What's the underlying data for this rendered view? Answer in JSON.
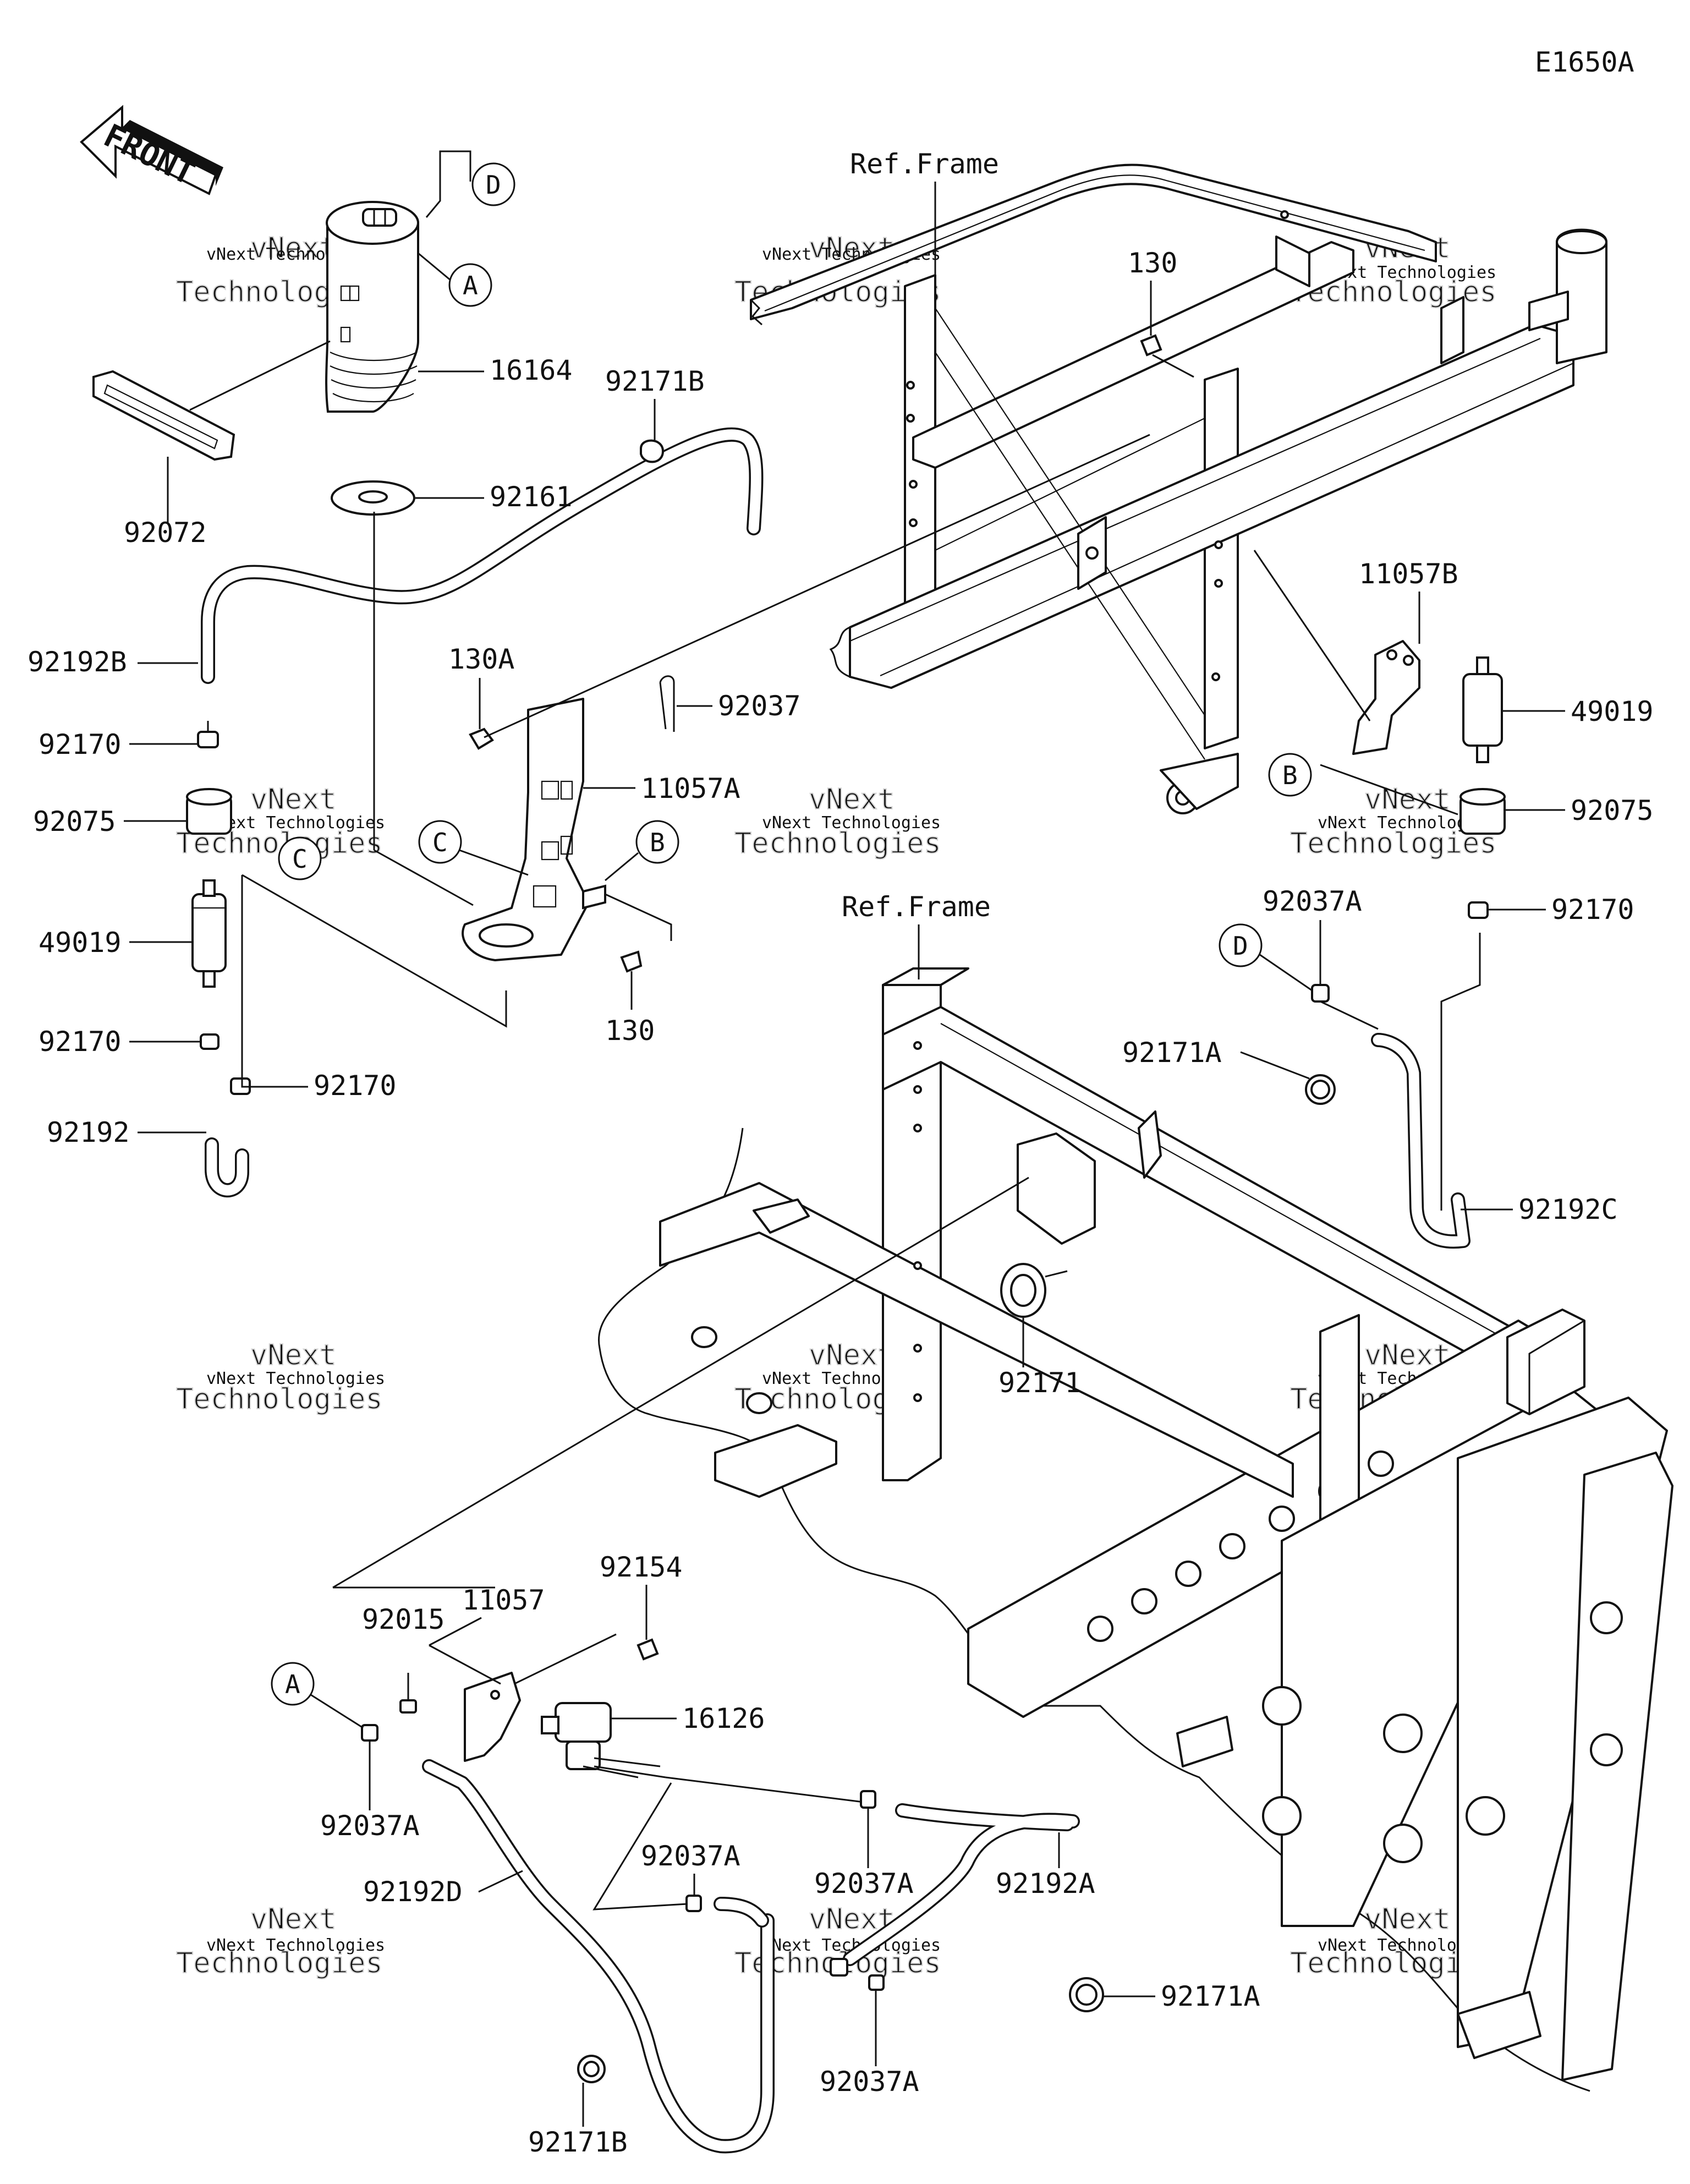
{
  "diagram_code": "E1650A",
  "direction_label": "FRONT",
  "frame_reference_label": "Ref.Frame",
  "watermark": {
    "small": "vNext Technologies",
    "large_line1": "vNext",
    "large_line2": "Technologies"
  },
  "parts": {
    "canister": "16164",
    "canister_band": "92072",
    "canister_seat": "92161",
    "hose_b": "92192B",
    "clip_92170": "92170",
    "clamp_92075": "92075",
    "filter_49019": "49019",
    "hose_92192": "92192",
    "clamp_92171b": "92171B",
    "bolt_130a": "130A",
    "bolt_130": "130",
    "clamp_92037": "92037",
    "bracket_11057a": "11057A",
    "bracket_11057b": "11057B",
    "clip_92037a": "92037A",
    "clamp_92171a": "92171A",
    "hose_c": "92192C",
    "clamp_92171": "92171",
    "bolt_92015": "92015",
    "bracket_11057": "11057",
    "bolt_92154": "92154",
    "valve_16126": "16126",
    "hose_d": "92192D",
    "hose_a": "92192A"
  },
  "callouts": {
    "a": "A",
    "b": "B",
    "c": "C",
    "d": "D"
  }
}
